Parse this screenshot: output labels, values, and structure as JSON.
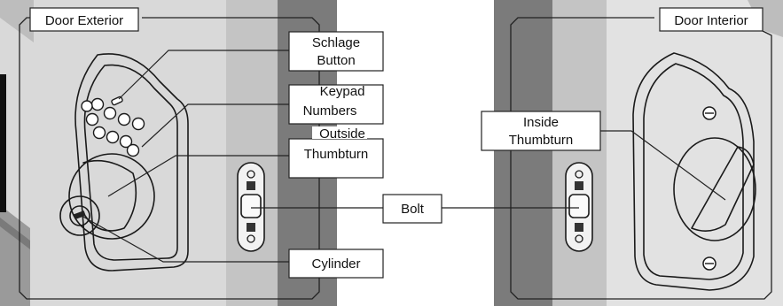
{
  "panels": {
    "exterior_title": "Door Exterior",
    "interior_title": "Door Interior"
  },
  "callouts": {
    "schlage_button": [
      "Schlage",
      "Button"
    ],
    "keypad_numbers": [
      "Keypad",
      "Numbers"
    ],
    "outside_thumbturn": [
      "Outside",
      "Thumbturn"
    ],
    "cylinder": "Cylinder",
    "bolt": "Bolt",
    "inside_thumbturn": [
      "Inside",
      "Thumbturn"
    ]
  },
  "colors": {
    "door_light": "#d9d9d9",
    "door_mid": "#c3c3c3",
    "door_dark": "#7b7b7b",
    "edge_black": "#111111",
    "line": "#222222"
  }
}
